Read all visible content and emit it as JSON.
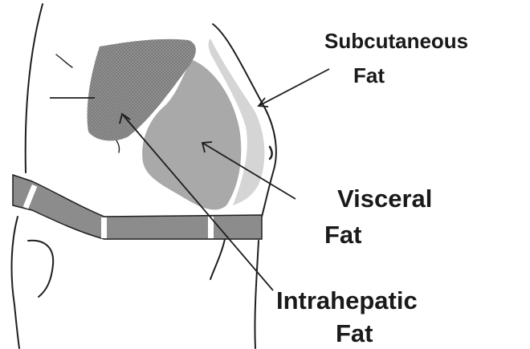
{
  "diagram": {
    "labels": {
      "subcutaneous": [
        "Subcutaneous",
        "Fat"
      ],
      "visceral": [
        "Visceral",
        "Fat"
      ],
      "intrahepatic": [
        "Intrahepatic",
        "Fat"
      ]
    },
    "colors": {
      "outline": "#1e1e1e",
      "intrahepatic_fat": "#7a7a7a",
      "visceral_fat": "#a9a9a9",
      "subcutaneous_fat": "#d5d5d5",
      "belt": "#8c8c8c"
    }
  }
}
